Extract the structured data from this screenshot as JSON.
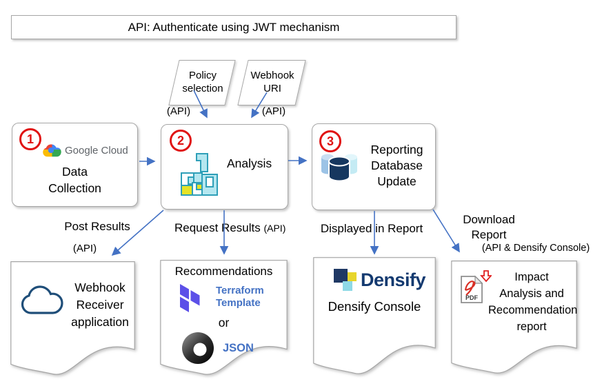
{
  "banner": {
    "title": "API: Authenticate using JWT mechanism"
  },
  "inputs": {
    "policy": {
      "lines": [
        "Policy",
        "selection"
      ],
      "api": "(API)"
    },
    "webhook": {
      "lines": [
        "Webhook",
        "URI"
      ],
      "api": "(API)"
    }
  },
  "steps": {
    "one": {
      "num": "1",
      "brand": "Google Cloud",
      "lines": [
        "Data",
        "Collection"
      ]
    },
    "two": {
      "num": "2",
      "label": "Analysis"
    },
    "three": {
      "num": "3",
      "lines": [
        "Reporting",
        "Database",
        "Update"
      ]
    }
  },
  "flows": {
    "post": {
      "label": "Post Results",
      "api": "(API)"
    },
    "request": {
      "label": "Request Results",
      "api": "(API)"
    },
    "displayed": {
      "label": "Displayed in Report"
    },
    "download": {
      "lines": [
        "Download",
        "Report"
      ],
      "api": "(API & Densify Console)"
    }
  },
  "outputs": {
    "webhook_receiver": {
      "lines": [
        "Webhook",
        "Receiver",
        "application"
      ]
    },
    "recommendations": {
      "title": "Recommendations",
      "terraform_lines": [
        "Terraform",
        "Template"
      ],
      "or": "or",
      "json": "JSON"
    },
    "densify": {
      "brand": "Densify",
      "label": "Densify Console"
    },
    "report": {
      "lines": [
        "Impact",
        "Analysis and",
        "Recommendation",
        "report"
      ],
      "pdf": "PDF"
    }
  },
  "colors": {
    "arrow": "#4472C4",
    "badge_red": "#E01212",
    "link_blue": "#4472C4",
    "terraform_purple": "#5C50E8",
    "densify_navy": "#143A70"
  }
}
